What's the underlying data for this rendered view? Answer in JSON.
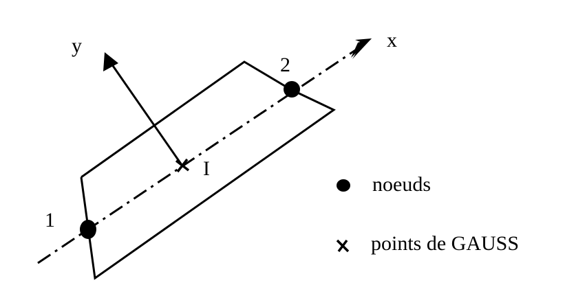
{
  "diagram": {
    "axis_y_label": "y",
    "axis_x_label": "x",
    "node_1_label": "1",
    "node_2_label": "2",
    "gauss_point_label": "I",
    "legend": {
      "nodes_label": "noeuds",
      "gauss_label": "points de GAUSS"
    }
  }
}
